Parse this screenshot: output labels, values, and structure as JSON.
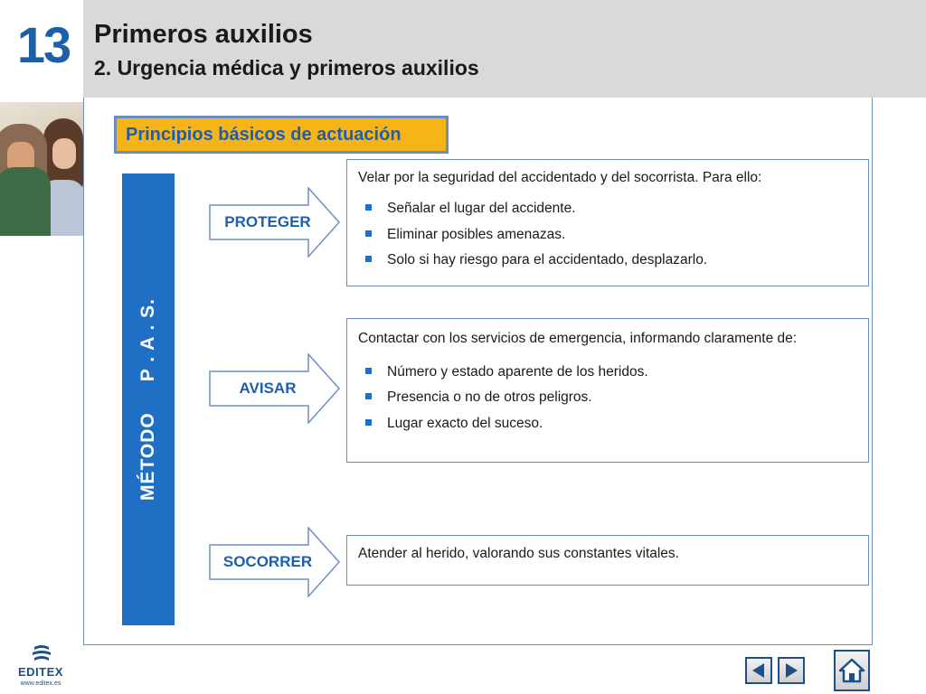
{
  "header": {
    "chapter_number": "13",
    "title": "Primeros auxilios",
    "subtitle": "2. Urgencia médica y primeros auxilios"
  },
  "section": {
    "title": "Principios básicos de actuación"
  },
  "method": {
    "label": "MÉTODO     P . A . S."
  },
  "steps": [
    {
      "label": "PROTEGER",
      "intro": "Velar por la seguridad del accidentado y del socorrista. Para ello:",
      "bullets": [
        "Señalar el lugar del accidente.",
        "Eliminar posibles amenazas.",
        "Solo si hay riesgo para el accidentado, desplazarlo."
      ]
    },
    {
      "label": "AVISAR",
      "intro": "Contactar con los servicios de emergencia, informando claramente de:",
      "bullets": [
        "Número y estado aparente de los heridos.",
        "Presencia o no de otros peligros.",
        "Lugar exacto del suceso."
      ]
    },
    {
      "label": "SOCORRER",
      "intro": "Atender al herido, valorando sus constantes vitales.",
      "bullets": []
    }
  ],
  "logo": {
    "name": "EDITEX",
    "url": "www.editex.es"
  },
  "colors": {
    "accent_blue": "#1f6fc5",
    "badge_yellow": "#f7b418",
    "border_blue": "#6d8fbf",
    "header_gray": "#d9d9d9"
  },
  "icons": {
    "prev": "triangle-left-icon",
    "next": "triangle-right-icon",
    "home": "house-icon"
  }
}
